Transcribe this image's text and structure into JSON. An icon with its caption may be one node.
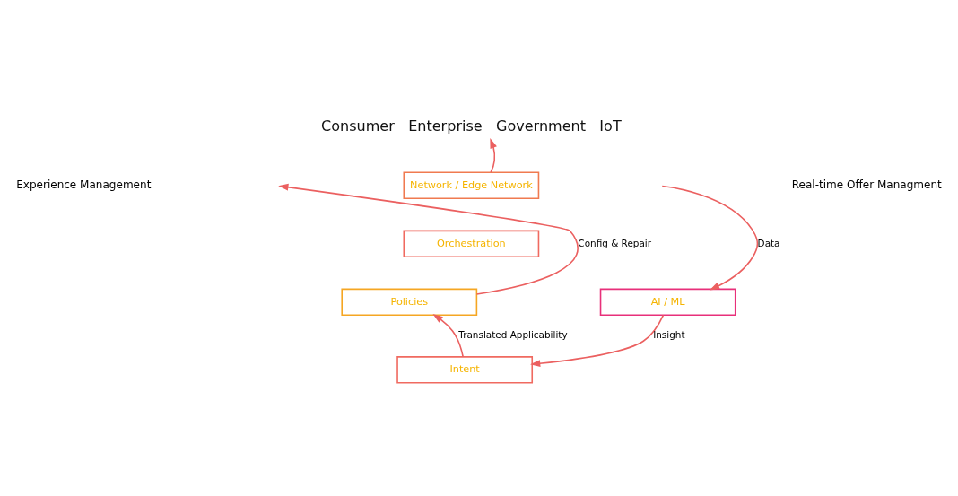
{
  "diagram": {
    "nodes": [
      {
        "text": [
          "Consumer   Enterprise   Government   IoT"
        ]
      },
      {
        "text": [
          "Network / Edge Network"
        ]
      },
      {
        "text": [
          "Orchestration"
        ]
      },
      {
        "text": [
          "Policies"
        ]
      },
      {
        "text": [
          "AI / ML"
        ]
      },
      {
        "text": [
          "Intent"
        ]
      }
    ],
    "edges": [
      {
        "from": 1,
        "to": 0,
        "arrow": "to"
      },
      {
        "from": 3,
        "to": null,
        "arrow": "to",
        "label": "Config & Repair"
      },
      {
        "from": null,
        "to": 4,
        "arrow": "to",
        "label": "Data"
      },
      {
        "from": 4,
        "to": 5,
        "arrow": "to",
        "label": "Insight"
      },
      {
        "from": 5,
        "to": 3,
        "arrow": "to",
        "label": "Translated Applicability"
      }
    ],
    "labels": [
      "Experience Management",
      "Real-time Offer Managment"
    ]
  }
}
